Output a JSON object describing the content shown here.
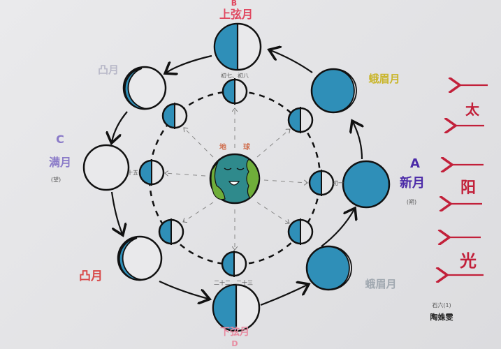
{
  "colors": {
    "moon_dark": "#2f8fb8",
    "outline": "#111111",
    "earth_ocean": "#2f8a8c",
    "earth_land": "#6fae3a",
    "sun_text": "#c2203a",
    "new_moon_text": "#4b2aa8",
    "full_moon_text": "#8a7ac8",
    "waxing_crescent_text": "#c9b52a",
    "gibbous_text": "#b8b8c8",
    "gibbous_lower_text": "#d84848",
    "first_quarter_text": "#e04860",
    "last_quarter_text": "#e88aa0",
    "waning_crescent_text": "#a0a8b0"
  },
  "labels": {
    "first_quarter": {
      "letter": "B",
      "name": "上弦月",
      "days": "初七、初八"
    },
    "last_quarter": {
      "letter": "D",
      "name": "下弦月",
      "days": "二十二、二十三"
    },
    "full_moon": {
      "letter": "C",
      "name": "满月",
      "alt": "(望)",
      "days": "十五"
    },
    "new_moon": {
      "letter": "A",
      "name": "新月",
      "alt": "(朔)",
      "days": "初一"
    },
    "gibbous_upper": "凸月",
    "gibbous_lower": "凸月",
    "crescent_upper": "蛾眉月",
    "crescent_lower": "蛾眉月",
    "earth": [
      "地",
      "球"
    ],
    "sunlight": [
      "太",
      "阳",
      "光"
    ],
    "author": {
      "class": "石六(1)",
      "name": "陶姝雯"
    }
  },
  "icons": {
    "earth": "smiling-earth-icon",
    "arrows": "arrow-left-icon"
  }
}
